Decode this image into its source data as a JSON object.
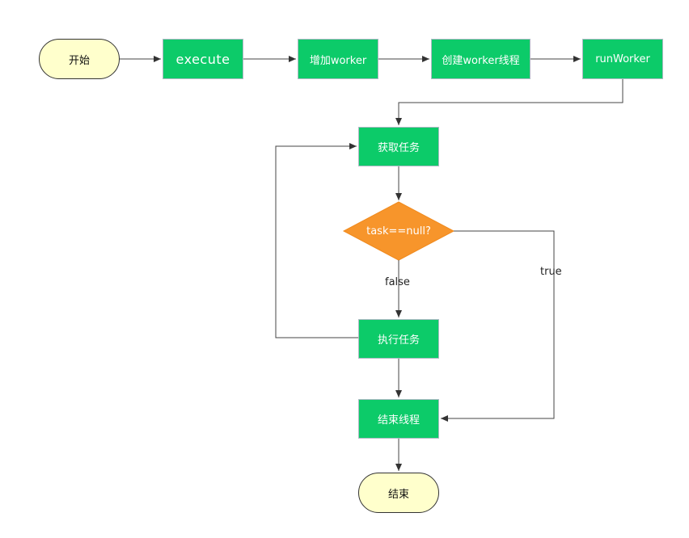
{
  "nodes": {
    "start": "开始",
    "execute": "execute",
    "add_worker": "增加worker",
    "create_worker_thread": "创建worker线程",
    "run_worker": "runWorker",
    "get_task": "获取任务",
    "decision": "task==null?",
    "execute_task": "执行任务",
    "end_thread": "结束线程",
    "end": "结束"
  },
  "edge_labels": {
    "false": "false",
    "true": "true"
  },
  "colors": {
    "process_fill": "#0ccb69",
    "terminal_fill": "#ffffcc",
    "decision_fill": "#f7952b",
    "line": "#444444"
  }
}
